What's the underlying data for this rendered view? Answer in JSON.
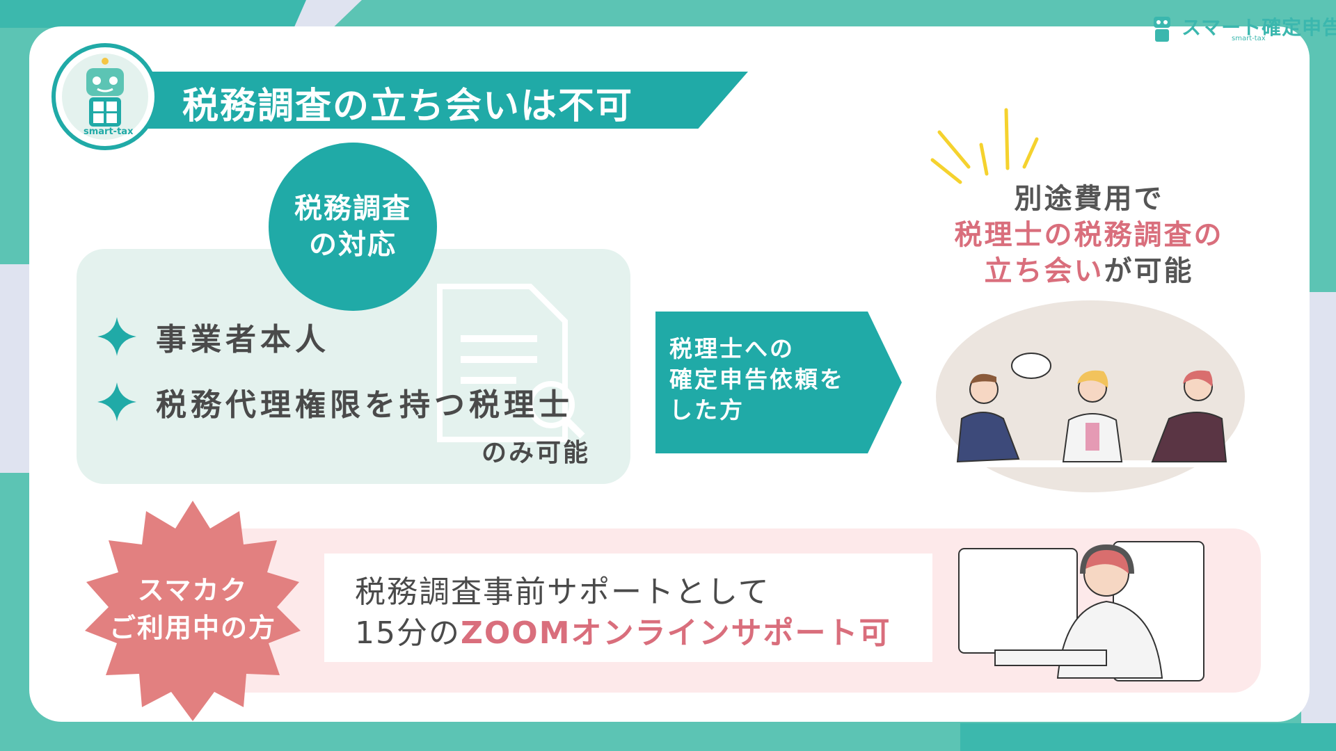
{
  "brand": {
    "name": "スマート確定申告",
    "sub": "smart-tax"
  },
  "mascot": {
    "label": "smart-tax"
  },
  "title": "税務調査の立ち会いは不可",
  "left_panel": {
    "badge_line1": "税務調査",
    "badge_line2": "の対応",
    "bullets": [
      "事業者本人",
      "税務代理権限を持つ税理士"
    ],
    "suffix": "のみ可能"
  },
  "arrow": {
    "line1": "税理士への",
    "line2": "確定申告依頼を",
    "line3": "した方"
  },
  "right": {
    "line1": "別途費用で",
    "line2_pink": "税理士の税務調査の",
    "line3_pink": "立ち会い",
    "line3_rest": "が可能"
  },
  "bottom": {
    "burst_line1": "スマカク",
    "burst_line2": "ご利用中の方",
    "line1": "税務調査事前サポートとして",
    "line2_prefix": "15分の",
    "line2_pink": "ZOOMオンラインサポート可"
  },
  "colors": {
    "teal": "#20aaa7",
    "pink": "#d96e7c",
    "light_teal": "#e4f2ee",
    "light_pink": "#fde9ea"
  }
}
